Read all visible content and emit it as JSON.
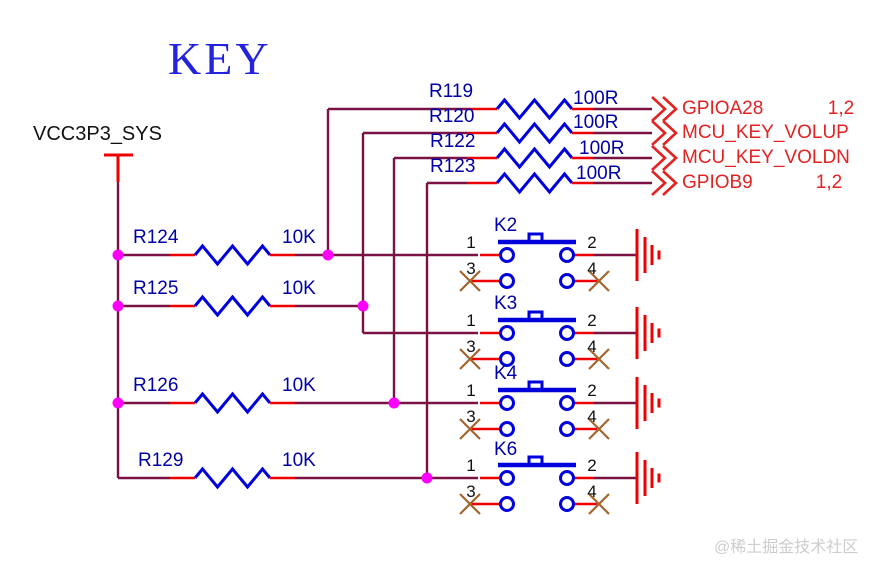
{
  "title": "KEY",
  "power_net": "VCC3P3_SYS",
  "watermark": "@稀土掘金技术社区",
  "colors": {
    "wire": "#7a1343",
    "stub": "#ee0000",
    "sym": "#0000dd",
    "labelblue": "#0000a6",
    "titleblue": "#2323dd",
    "netred": "#e32222",
    "junction": "#ff00ff",
    "noerc": "#a4662e",
    "pintext": "#111111",
    "wm": "#cdcdcd"
  },
  "series_resistors": [
    {
      "ref": "R119",
      "value": "100R",
      "net": "GPIOA28",
      "sheet": "1,2"
    },
    {
      "ref": "R120",
      "value": "100R",
      "net": "MCU_KEY_VOLUP",
      "sheet": ""
    },
    {
      "ref": "R122",
      "value": "100R",
      "net": "MCU_KEY_VOLDN",
      "sheet": ""
    },
    {
      "ref": "R123",
      "value": "100R",
      "net": "GPIOB9",
      "sheet": "1,2"
    }
  ],
  "pullup_resistors": [
    {
      "ref": "R124",
      "value": "10K"
    },
    {
      "ref": "R125",
      "value": "10K"
    },
    {
      "ref": "R126",
      "value": "10K"
    },
    {
      "ref": "R129",
      "value": "10K"
    }
  ],
  "switches": [
    {
      "ref": "K2",
      "pins": [
        "1",
        "2",
        "3",
        "4"
      ]
    },
    {
      "ref": "K3",
      "pins": [
        "1",
        "2",
        "3",
        "4"
      ]
    },
    {
      "ref": "K4",
      "pins": [
        "1",
        "2",
        "3",
        "4"
      ]
    },
    {
      "ref": "K6",
      "pins": [
        "1",
        "2",
        "3",
        "4"
      ]
    }
  ]
}
